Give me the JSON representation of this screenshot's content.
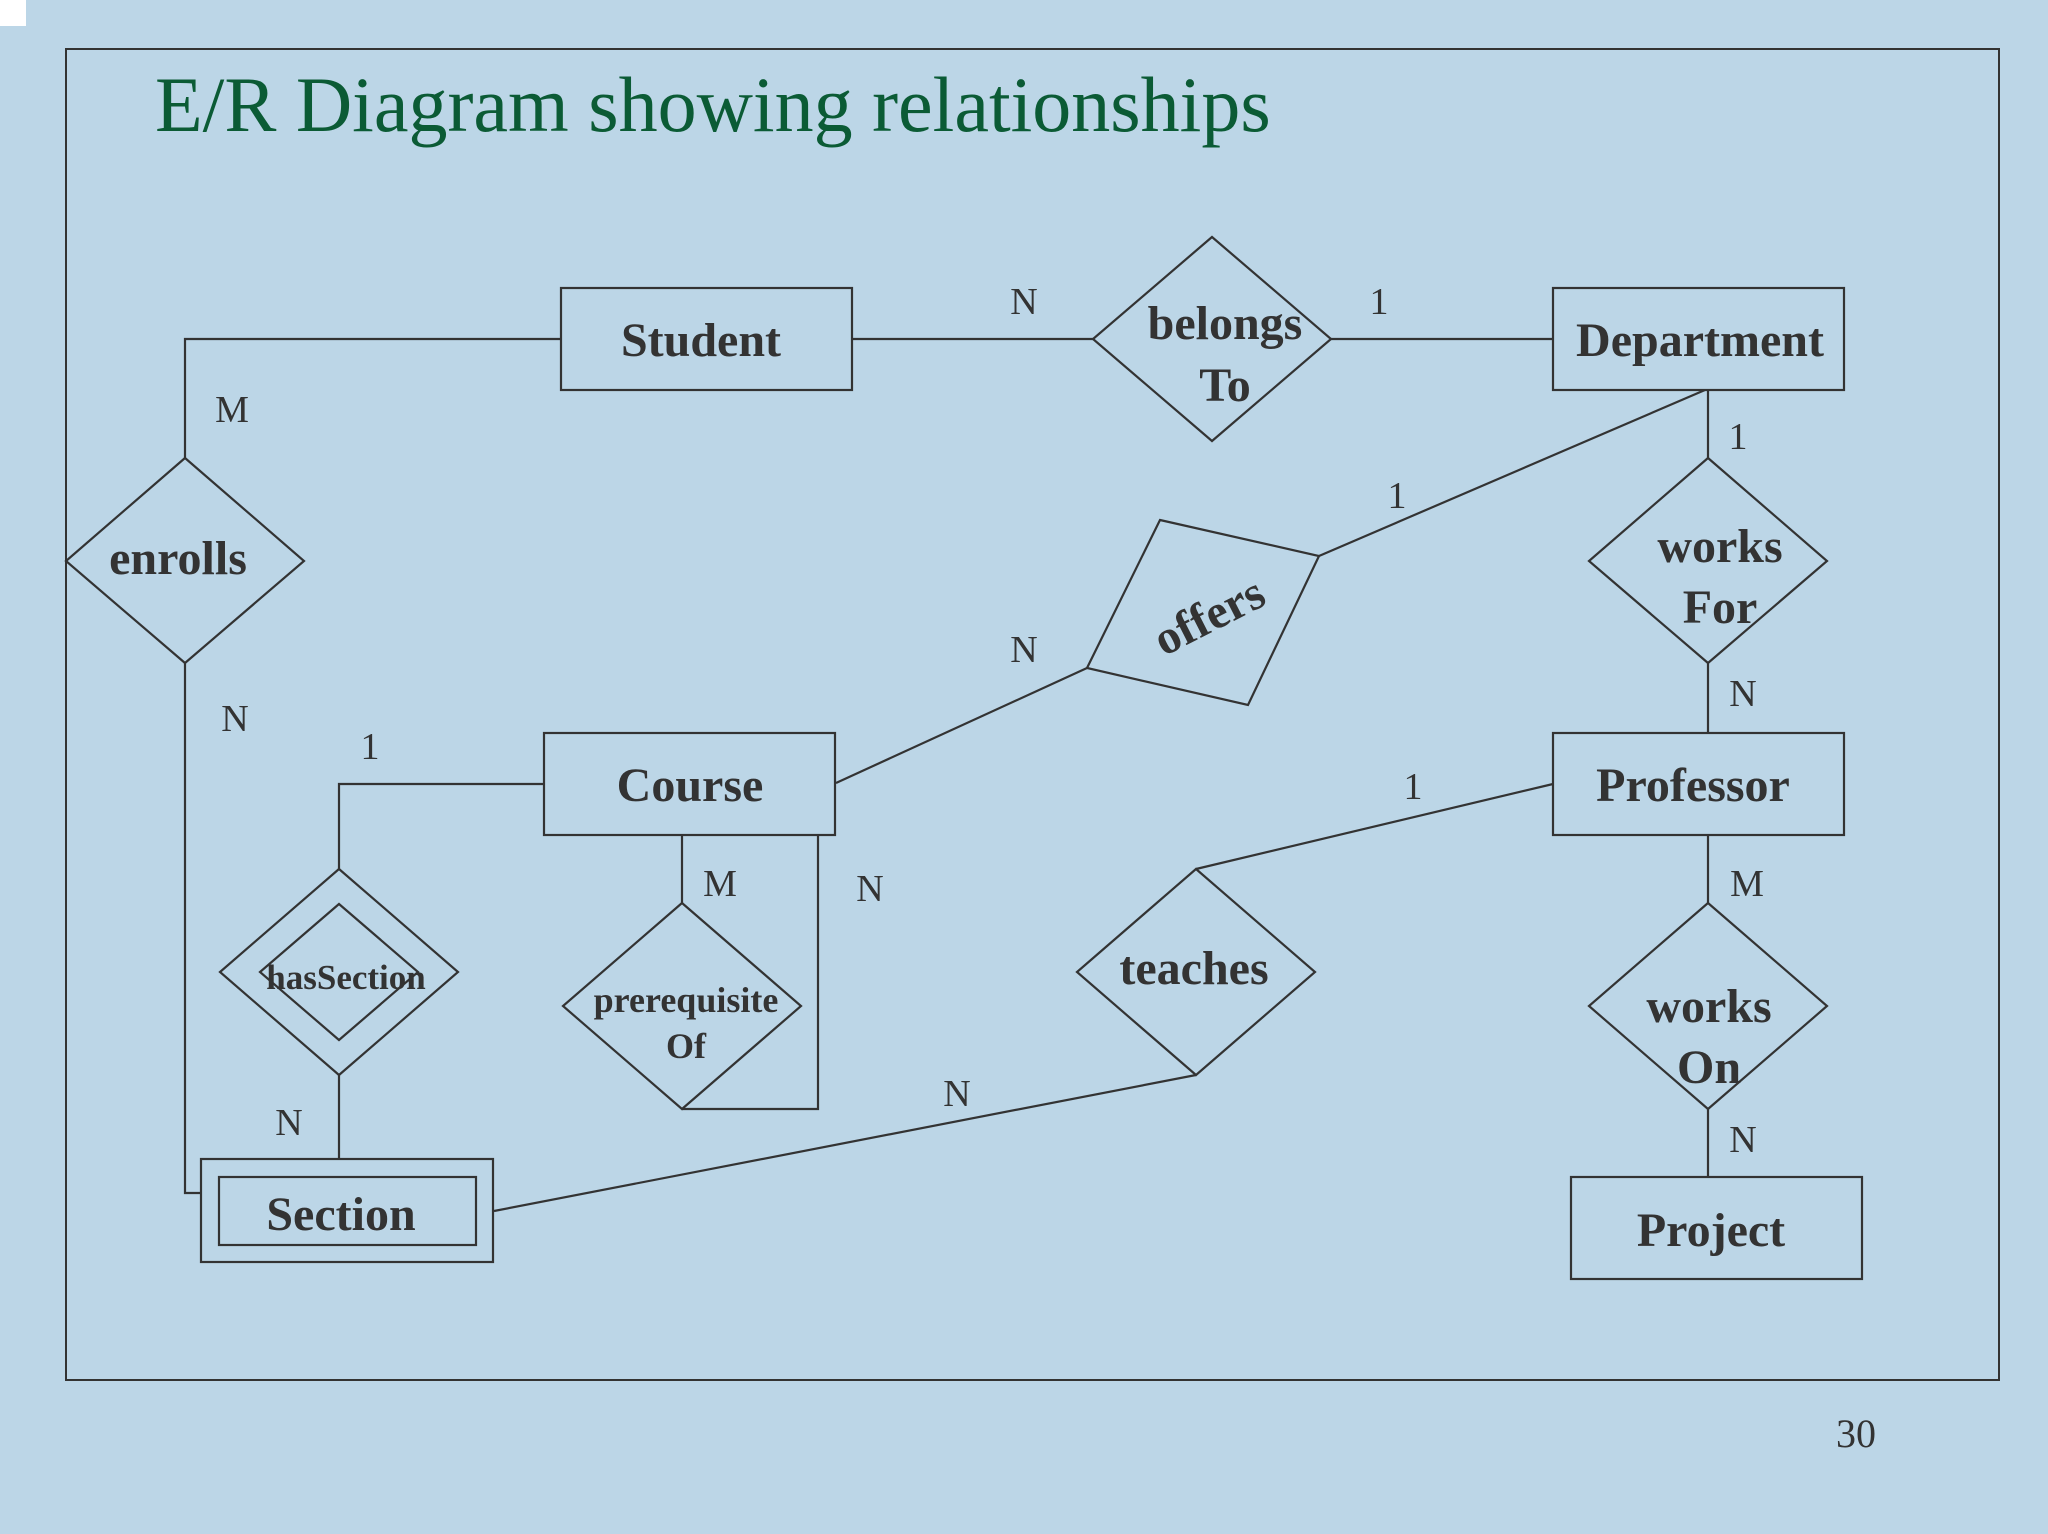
{
  "title": "E/R Diagram showing relationships",
  "page_number": "30",
  "entities": {
    "student": "Student",
    "department": "Department",
    "course": "Course",
    "professor": "Professor",
    "section": "Section",
    "project": "Project"
  },
  "relationships": {
    "belongs_to": [
      "belongs",
      "To"
    ],
    "enrolls": "enrolls",
    "offers": "offers",
    "works_for": [
      "works",
      "For"
    ],
    "has_section": "hasSection",
    "prerequisite_of": [
      "prerequisite",
      "Of"
    ],
    "teaches": "teaches",
    "works_on": [
      "works",
      "On"
    ]
  },
  "cardinalities": {
    "student_belongs": "N",
    "belongs_department": "1",
    "student_enrolls": "M",
    "enrolls_section": "N",
    "department_offers": "1",
    "offers_course": "N",
    "department_worksfor": "1",
    "worksfor_professor": "N",
    "course_hassection": "1",
    "hassection_section": "N",
    "course_prereq_m": "M",
    "course_prereq_n": "N",
    "professor_teaches": "1",
    "teaches_section": "N",
    "professor_workson": "M",
    "workson_project": "N"
  },
  "colors": {
    "background": "#bcd6e7",
    "title": "#0b5b35",
    "ink": "#333333"
  }
}
